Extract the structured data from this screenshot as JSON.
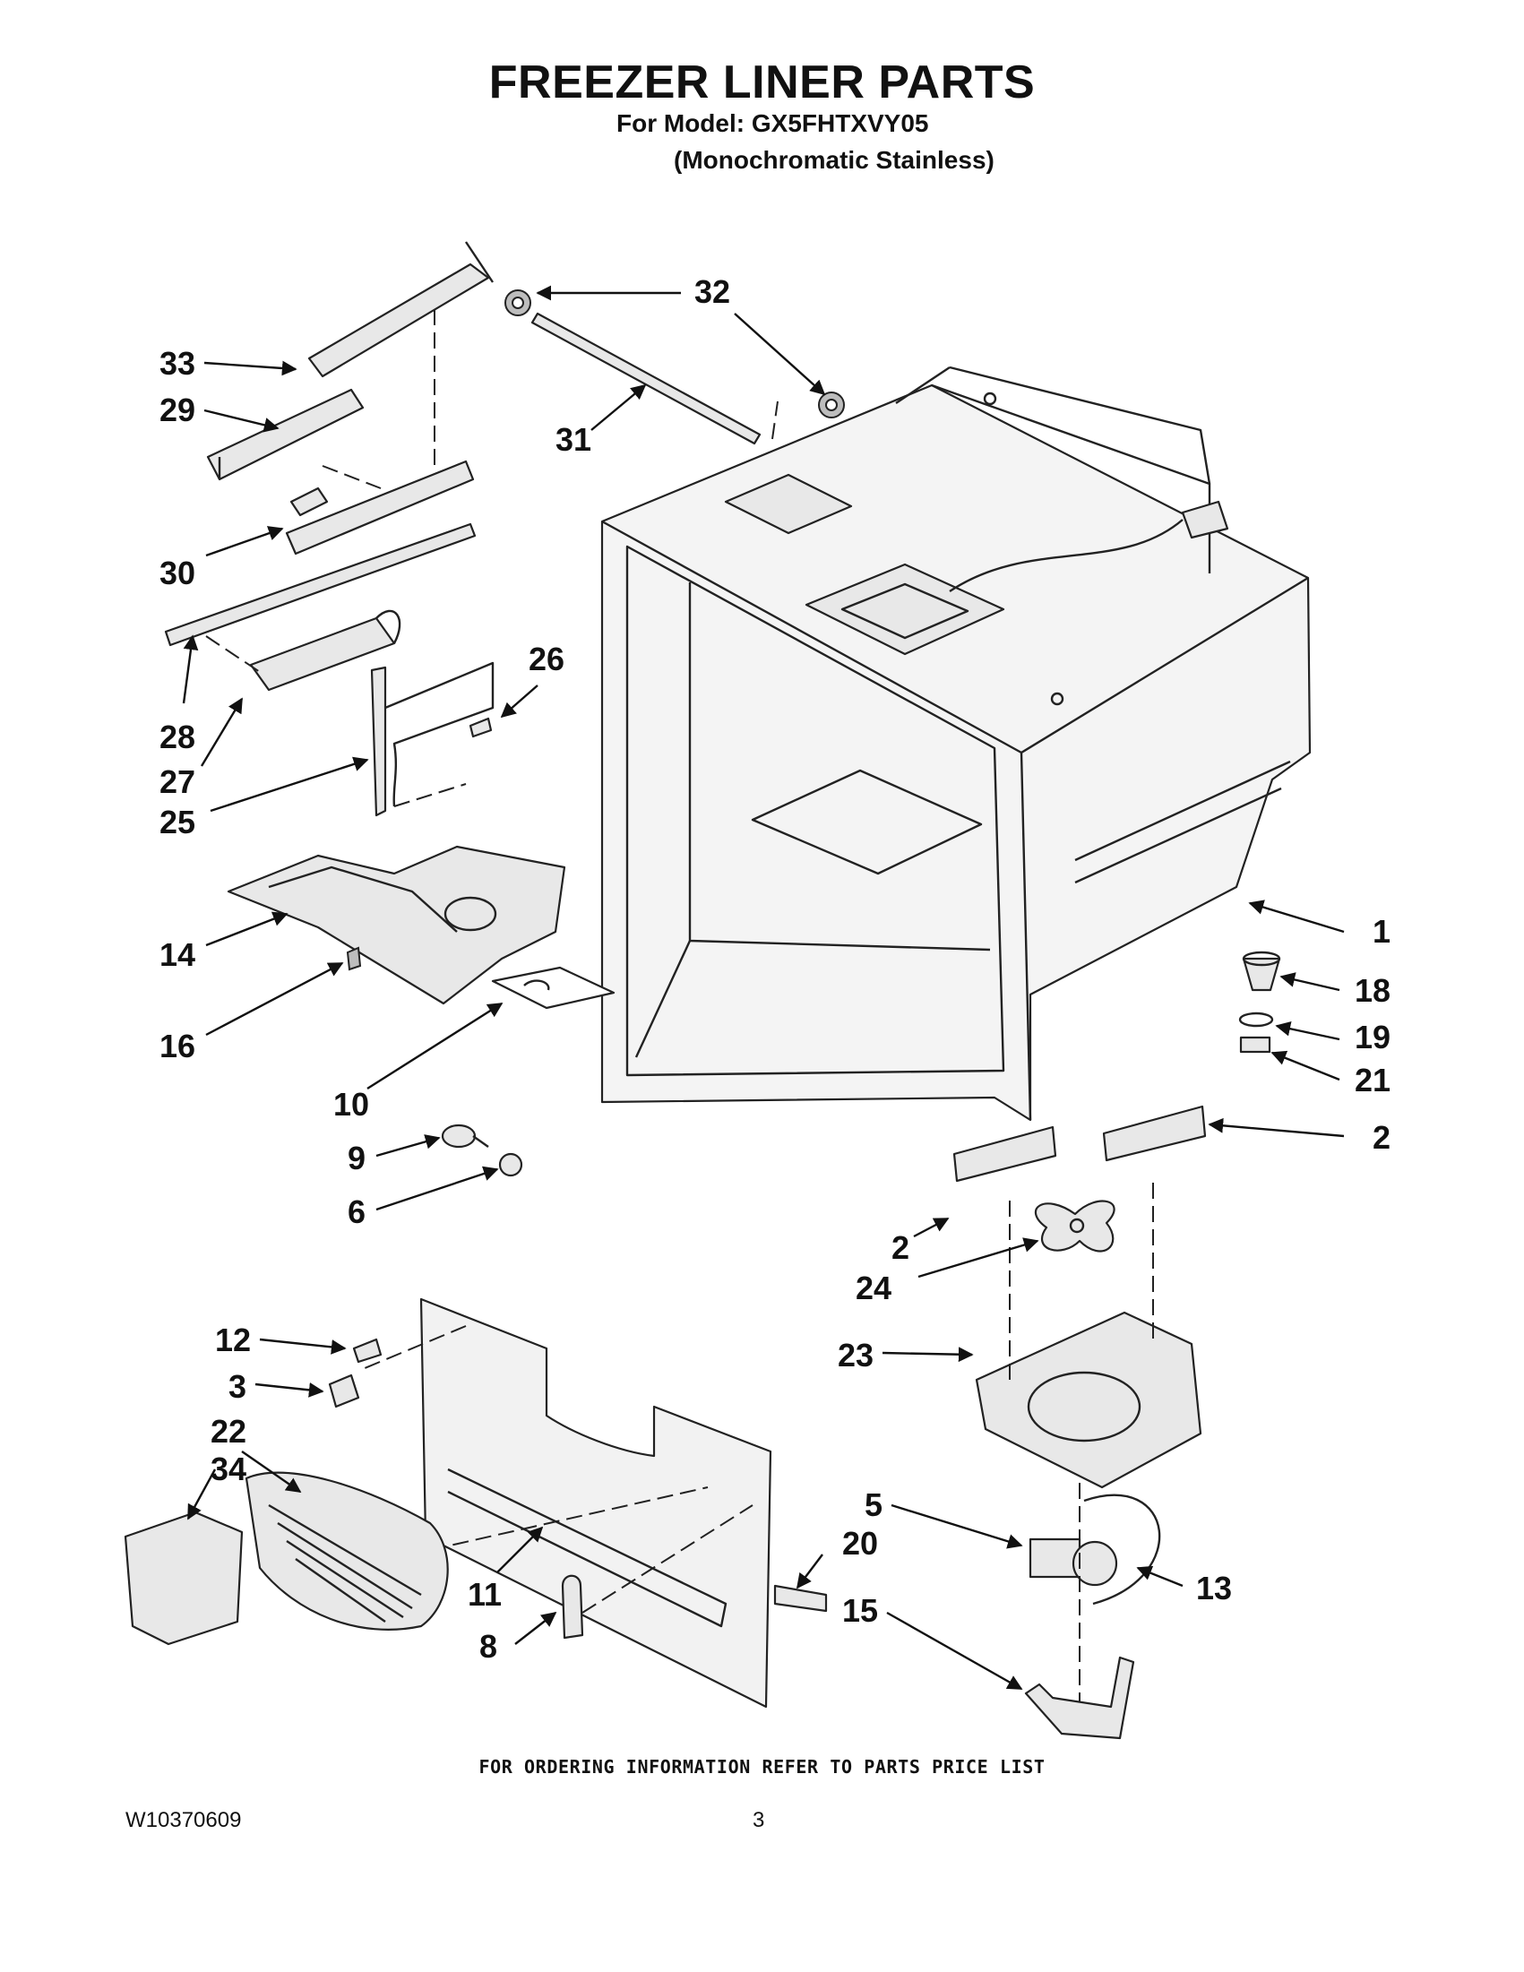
{
  "title": "FREEZER LINER PARTS",
  "subtitle": "For Model: GX5FHTXVY05",
  "variant": "(Monochromatic Stainless)",
  "callouts": {
    "c1": "1",
    "c2a": "2",
    "c2b": "2",
    "c3": "3",
    "c5": "5",
    "c6": "6",
    "c8": "8",
    "c9": "9",
    "c10": "10",
    "c11": "11",
    "c12": "12",
    "c13": "13",
    "c14": "14",
    "c15": "15",
    "c16": "16",
    "c18": "18",
    "c19": "19",
    "c20": "20",
    "c21": "21",
    "c22": "22",
    "c23": "23",
    "c24": "24",
    "c25": "25",
    "c26": "26",
    "c27": "27",
    "c28": "28",
    "c29": "29",
    "c30": "30",
    "c31": "31",
    "c32": "32",
    "c33": "33",
    "c34": "34"
  },
  "footer_note": "FOR ORDERING INFORMATION REFER TO PARTS PRICE LIST",
  "doc_number": "W10370609",
  "page_number": "3"
}
